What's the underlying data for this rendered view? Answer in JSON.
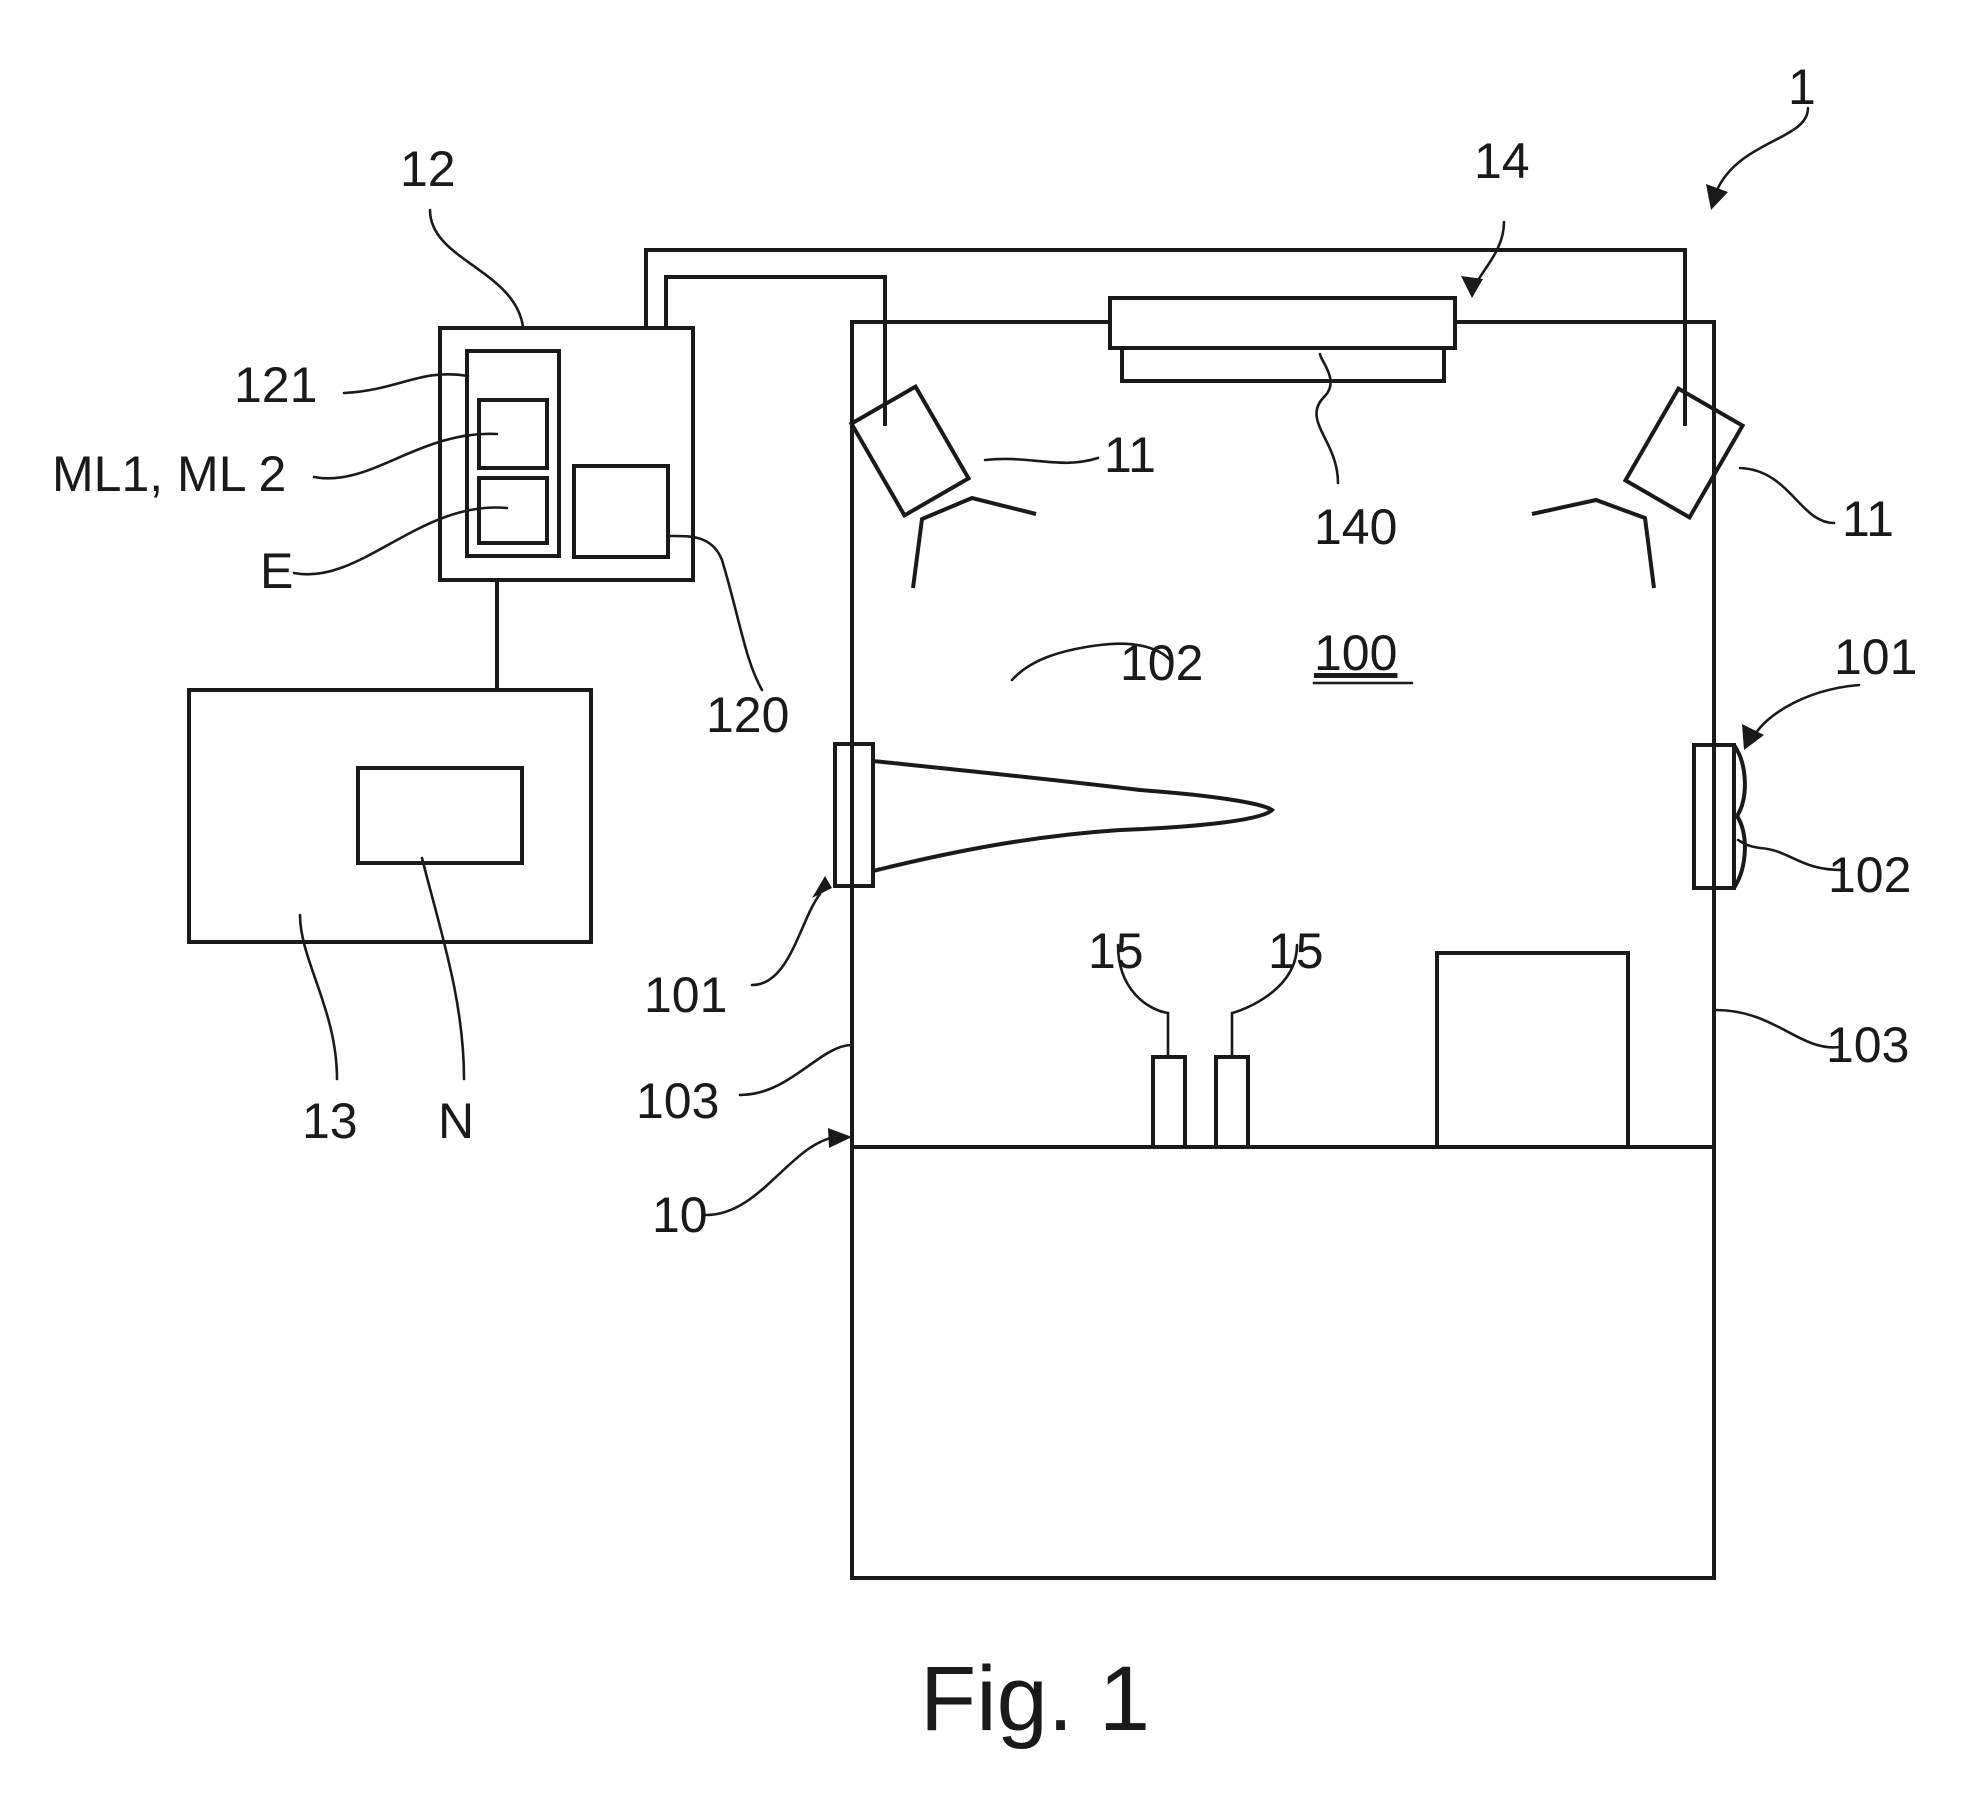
{
  "figure": {
    "caption": "Fig. 1",
    "labels": {
      "system": "1",
      "controller": "12",
      "memory_unit": "121",
      "models": "ML1, ML 2",
      "evaluation": "E",
      "processor": "120",
      "terminal": "13",
      "terminal_display": "N",
      "lighting_unit": "14",
      "light_panel": "140",
      "camera_left": "11",
      "camera_right": "11",
      "interior": "100",
      "nozzle_left": "101",
      "nozzle_right": "101",
      "spray_left": "102",
      "spray_right": "102",
      "wall_left": "103",
      "wall_right": "103",
      "housing": "10",
      "item_a": "15",
      "item_b": "15"
    }
  }
}
